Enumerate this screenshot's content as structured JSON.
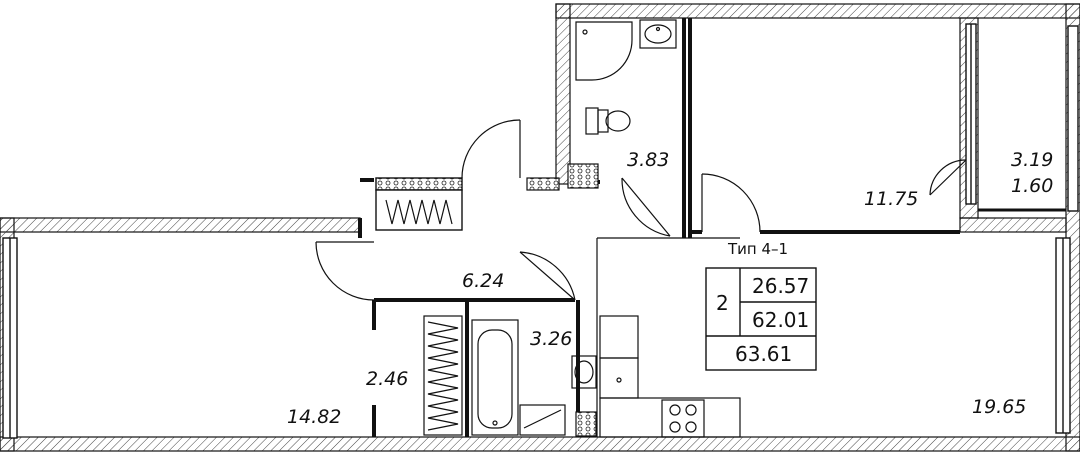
{
  "plan": {
    "type_label": "Тип 4–1",
    "rooms_count": "2",
    "living_area": "26.57",
    "total_area": "62.01",
    "total_area_with_balcony": "63.61",
    "rooms": {
      "bathroom": "3.83",
      "bedroom": "11.75",
      "balcony": "3.19",
      "balcony_reduced": "1.60",
      "hallway": "6.24",
      "bath": "3.26",
      "wardrobe": "2.46",
      "living_room": "14.82",
      "kitchen": "19.65"
    }
  }
}
